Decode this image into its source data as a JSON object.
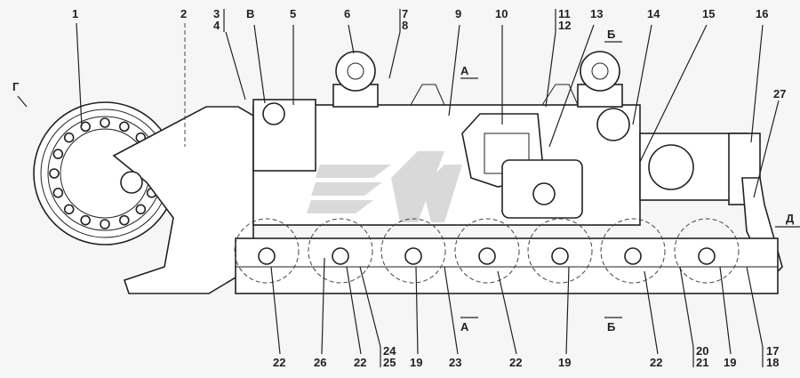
{
  "top_labels": {
    "l1": "1",
    "l2": "2",
    "l3": "3",
    "l4": "4",
    "lV": "В",
    "l5": "5",
    "l6": "6",
    "l7": "7",
    "l8": "8",
    "l9": "9",
    "l10": "10",
    "l11": "11",
    "l12": "12",
    "l13": "13",
    "l14": "14",
    "l15": "15",
    "l16": "16",
    "l27": "27"
  },
  "view_labels": {
    "G": "Г",
    "D": "Д",
    "A_top": "А",
    "B_top": "Б",
    "A_bottom": "А",
    "B_bottom": "Б"
  },
  "bottom_labels": {
    "b22a": "22",
    "b26": "26",
    "b22b": "22",
    "b24": "24",
    "b25": "25",
    "b19a": "19",
    "b23": "23",
    "b22c": "22",
    "b19b": "19",
    "b22d": "22",
    "b20": "20",
    "b21": "21",
    "b19c": "19",
    "b17": "17",
    "b18": "18"
  },
  "colors": {
    "line": "#222222",
    "background": "#f6f6f6",
    "logo": "#d9d9d9"
  }
}
